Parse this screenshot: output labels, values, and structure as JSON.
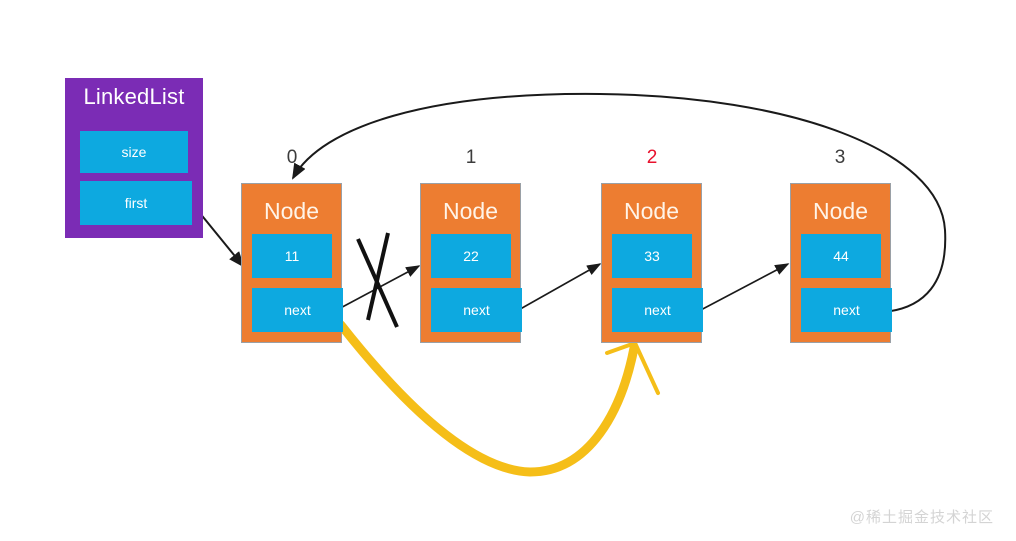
{
  "diagram": {
    "title": "LinkedList node removal diagram",
    "background_color": "#ffffff"
  },
  "linked_list": {
    "label": "LinkedList",
    "box_color": "#7B2CB5",
    "fields": [
      {
        "label": "size"
      },
      {
        "label": "first"
      }
    ]
  },
  "nodes": [
    {
      "index": "0",
      "title": "Node",
      "value": "11",
      "next_label": "next",
      "index_highlighted": false
    },
    {
      "index": "1",
      "title": "Node",
      "value": "22",
      "next_label": "next",
      "index_highlighted": false
    },
    {
      "index": "2",
      "title": "Node",
      "value": "33",
      "next_label": "next",
      "index_highlighted": true
    },
    {
      "index": "3",
      "title": "Node",
      "value": "44",
      "next_label": "next",
      "index_highlighted": false
    }
  ],
  "colors": {
    "node_fill": "#ED7D31",
    "cell_fill": "#0DA9E0",
    "list_fill": "#7B2CB5",
    "index_default": "#3C3C3C",
    "index_highlight": "#E8112D",
    "arrow_black": "#1A1A1A",
    "arrow_yellow": "#F5BE18",
    "watermark": "#D4D4D4"
  },
  "annotations": {
    "cross_out": "x-mark crossing node0-to-node1 link",
    "new_link": "yellow arrow from node0.next to node2",
    "tail_loop": "black arc from node3.next back to node0"
  },
  "watermark": {
    "text": "@稀土掘金技术社区"
  }
}
